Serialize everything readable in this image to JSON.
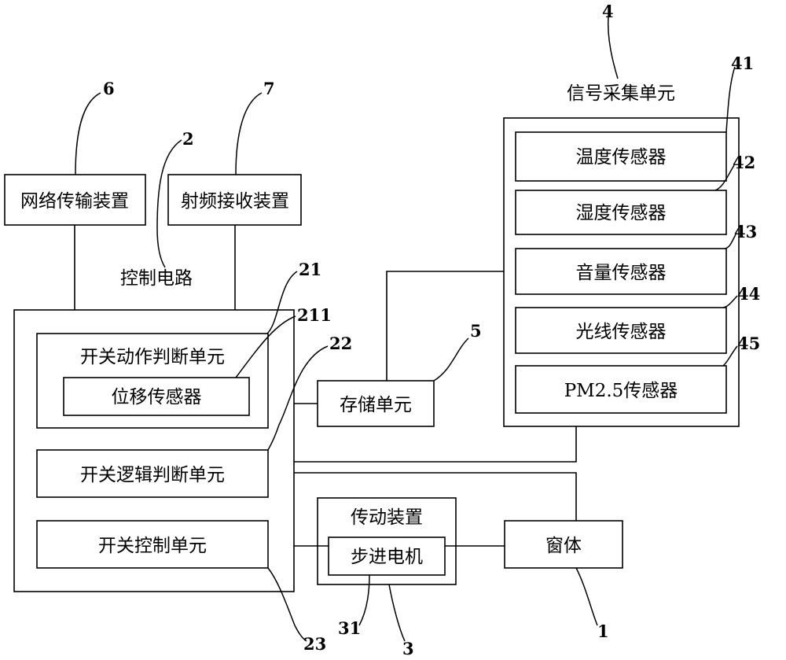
{
  "labels": {
    "network_device": "网络传输装置",
    "rf_receiver": "射频接收装置",
    "control_circuit": "控制电路",
    "signal_unit": "信号采集单元",
    "temp_sensor": "温度传感器",
    "humidity_sensor": "湿度传感器",
    "volume_sensor": "音量传感器",
    "light_sensor": "光线传感器",
    "pm25_sensor": "PM2.5传感器",
    "switch_action_unit": "开关动作判断单元",
    "displacement_sensor": "位移传感器",
    "switch_logic_unit": "开关逻辑判断单元",
    "switch_control_unit": "开关控制单元",
    "storage_unit": "存储单元",
    "transmission_device": "传动装置",
    "stepper_motor": "步进电机",
    "window_body": "窗体"
  },
  "refs": {
    "r1": "1",
    "r2": "2",
    "r3": "3",
    "r4": "4",
    "r5": "5",
    "r6": "6",
    "r7": "7",
    "r21": "21",
    "r211": "211",
    "r22": "22",
    "r23": "23",
    "r31": "31",
    "r41": "41",
    "r42": "42",
    "r43": "43",
    "r44": "44",
    "r45": "45"
  }
}
